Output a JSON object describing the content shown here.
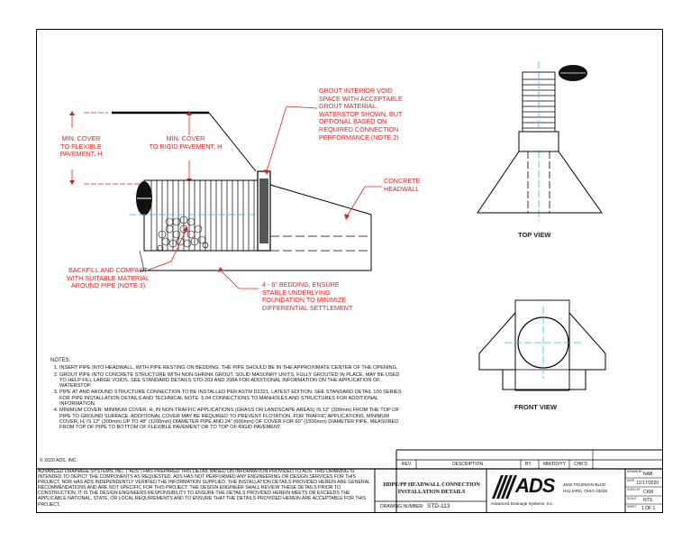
{
  "side_labels": {
    "grout_note": [
      "GROUT INTERIOR VOID",
      "SPACE WITH ACCEPTABLE",
      "GROUT MATERIAL.",
      "WATERSTOP SHOWN, BUT",
      "OPTIONAL BASED ON",
      "REQUIRED CONNECTION",
      "PERFORMANCE (NOTE 2)"
    ],
    "min_cover_flexible": [
      "MIN. COVER",
      "TO FLEXIBLE",
      "PAVEMENT, H"
    ],
    "min_cover_rigid": [
      "MIN. COVER",
      "TO RIGID PAVEMENT, H"
    ],
    "concrete_headwall": [
      "CONCRETE",
      "HEADWALL"
    ],
    "backfill": [
      "BACKFILL AND COMPACT",
      "WITH SUITABLE MATERIAL",
      "AROUND PIPE (NOTE 3)"
    ],
    "bedding": [
      "4 - 6\" BEDDING, ENSURE",
      "STABLE UNDERLYING",
      "FOUNDATION TO MINIMIZE",
      "DIFFERENTIAL SETTLEMENT"
    ]
  },
  "views": {
    "top_view": "TOP VIEW",
    "front_view": "FRONT VIEW"
  },
  "notes": {
    "heading": "NOTES:",
    "items": [
      "INSERT PIPE INTO HEADWALL, WITH PIPE RESTING ON BEDDING. THE PIPE SHOULD BE IN THE APPROXIMATE CENTER OF THE OPENING.",
      "GROUT PIPE INTO CONCRETE STRUCTURE WITH NON-SHRINK GROUT. SOLID MASONRY UNITS, FULLY GROUTED IN PLACE, MAY BE USED TO HELP FILL LARGE VOIDS. SEE STANDARD DETAILS STD-203 AND 208A FOR ADDITIONAL INFORMATION ON THE APPLICATION OF WATERSTOP.",
      "PIPE AT AND AROUND STRUCTURE CONNECTION TO BE INSTALLED PER ASTM D2321, LATEST EDITION. SEE STANDARD DETAIL 100 SERIES FOR PIPE INSTALLATION DETAILS AND TECHNICAL NOTE: 5.04 CONNECTIONS TO MANHOLES AND STRUCTURES FOR ADDITIONAL INFORMATION.",
      "MINIMUM COVER: MINIMUM COVER, H, IN NON-TRAFFIC APPLICATIONS (GRASS OR LANDSCAPE AREAS) IS 12\" (300mm) FROM THE TOP OF PIPE TO GROUND SURFACE. ADDITIONAL COVER MAY BE REQUIRED TO PREVENT FLOTATION. FOR TRAFFIC APPLICATIONS, MINIMUM COVER, H, IS 12\" (300mm) UP TO 48\" (1200mm) DIAMETER PIPE AND 24\" (600mm) OF COVER FOR 60\" (1500mm) DIAMETER PIPE, MEASURED FROM TOP OF PIPE TO BOTTOM OF FLEXIBLE PAVEMENT OR TO TOP OF RIGID PAVEMENT."
    ]
  },
  "copyright": "© 2020 ADS, INC.",
  "disclaimer": "ADVANCED DRAINAGE SYSTEMS, INC. (\"ADS\") HAS PREPARED THIS DETAIL BASED ON INFORMATION PROVIDED TO ADS. THIS DRAWING IS INTENDED TO DEPICT THE COMPONENTS AS REQUESTED. ADS HAS NOT PERFORMED ANY ENGINEERING OR DESIGN SERVICES FOR THIS PROJECT, NOR HAS ADS INDEPENDENTLY VERIFIED THE INFORMATION SUPPLIED. THE INSTALLATION DETAILS PROVIDED HEREIN ARE GENERAL RECOMMENDATIONS AND ARE NOT SPECIFIC FOR THIS PROJECT. THE DESIGN ENGINEER SHALL REVIEW THESE DETAILS PRIOR TO CONSTRUCTION. IT IS THE DESIGN ENGINEERS RESPONSIBILITY TO ENSURE THE DETAILS PROVIDED HEREIN MEETS OR EXCEEDS THE APPLICABLE NATIONAL, STATE, OR LOCAL REQUIREMENTS AND TO ENSURE THAT THE DETAILS PROVIDED HEREIN ARE ACCEPTABLE FOR THIS PROJECT.",
  "revision_table": {
    "headers": [
      "REV.",
      "DESCRIPTION",
      "BY",
      "MM/DD/YY",
      "CHK'D"
    ]
  },
  "title_block": {
    "drawing_title_1": "HDPE/PP HEADWALL CONNECTION",
    "drawing_title_2": "INSTALLATION DETAILS",
    "drawing_number_label": "DRAWING NUMBER:",
    "drawing_number": "STD-113",
    "logo_text": "ADS",
    "company": "Advanced Drainage Systems, Inc.",
    "address_1": "4640 TRUEMAN BLVD",
    "address_2": "HILLIARD, OHIO 43026",
    "drawn_by_label": "DRAWN BY",
    "drawn_by": "NAB",
    "date_label": "DATE",
    "date": "12/17/2020",
    "checked_label": "CHK'D BY",
    "checked_by": "CKM",
    "scale_label": "SCALE",
    "scale": "NTS",
    "sheet_label": "SHEET",
    "sheet": "1 OF 1"
  },
  "colors": {
    "annotation_red": "#e02020",
    "centerline_cyan": "#22c4e0",
    "line_black": "#000000"
  }
}
